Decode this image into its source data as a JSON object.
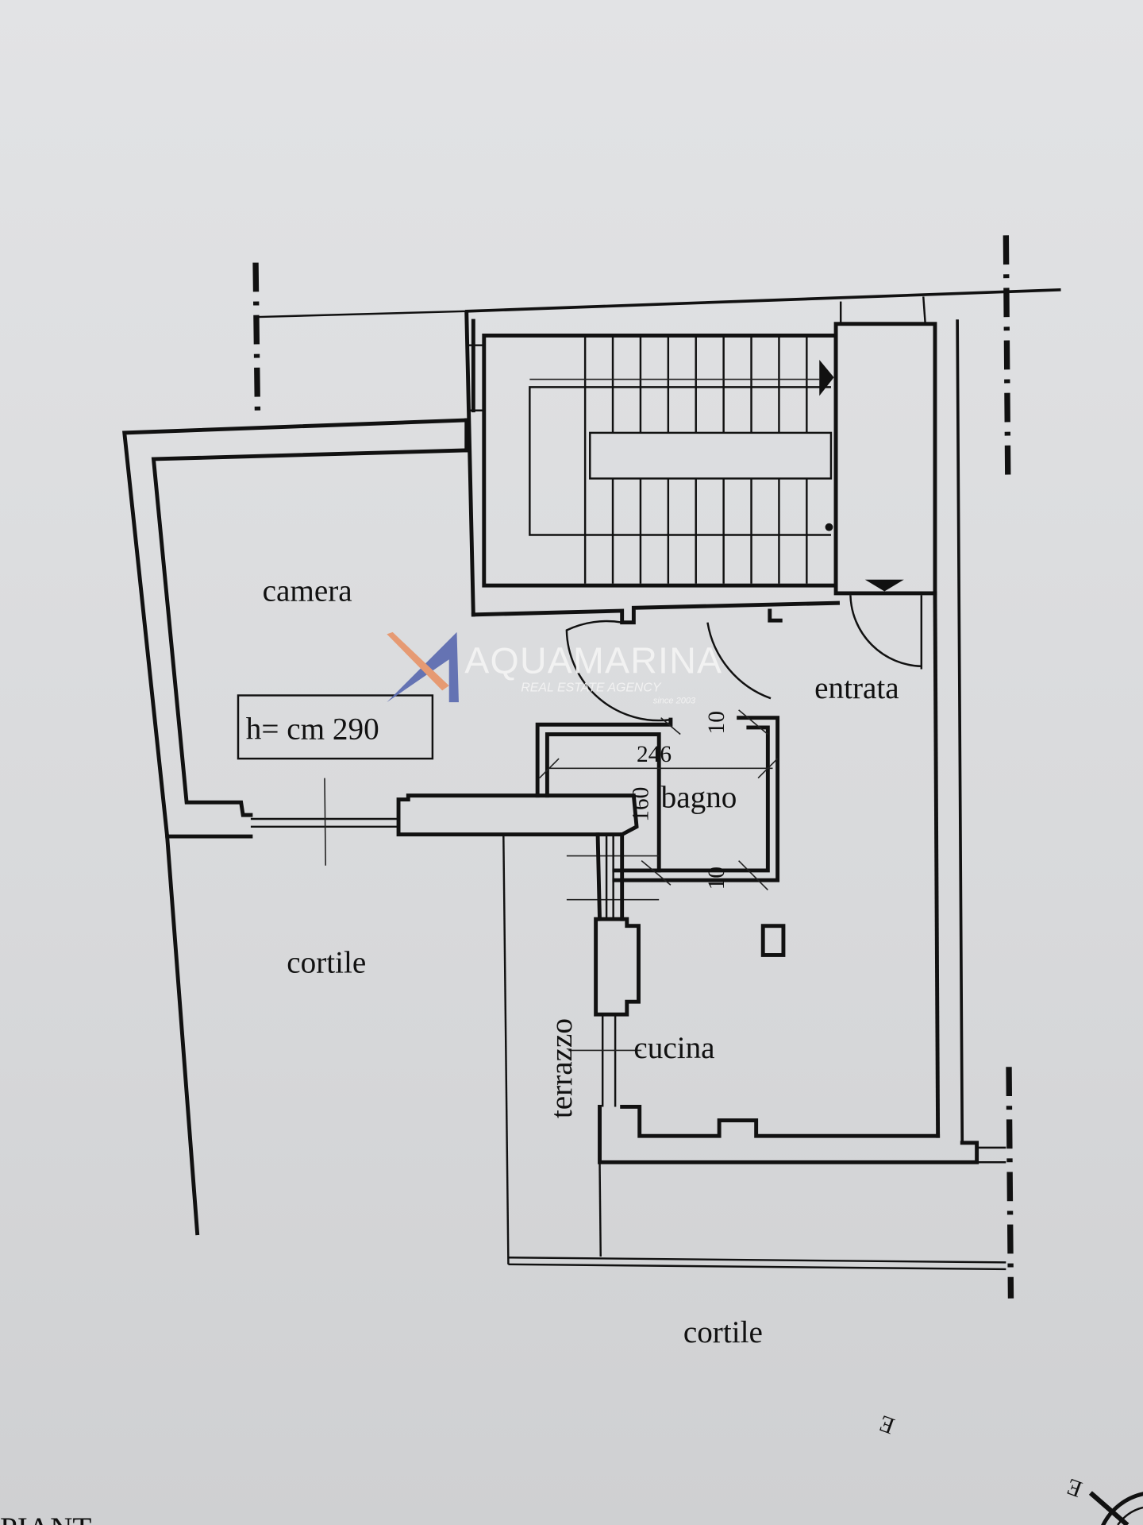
{
  "rooms": {
    "camera": "camera",
    "height_note": "h= cm 290",
    "entrata": "entrata",
    "bagno": "bagno",
    "cucina": "cucina",
    "terrazzo": "terrazzo",
    "cortile_west": "cortile",
    "cortile_south": "cortile"
  },
  "dimensions": {
    "bagno_width": "246",
    "bagno_depth": "160",
    "wall_top": "10",
    "wall_bottom": "10"
  },
  "compass": {
    "labels": [
      "E",
      "E"
    ]
  },
  "footer_text": "PIANT",
  "watermark": {
    "brand": "AQUAMARINA",
    "tagline": "REAL ESTATE AGENCY",
    "since": "since 2003",
    "colors": {
      "blue": "#5b6bb0",
      "orange": "#e8956a"
    }
  }
}
